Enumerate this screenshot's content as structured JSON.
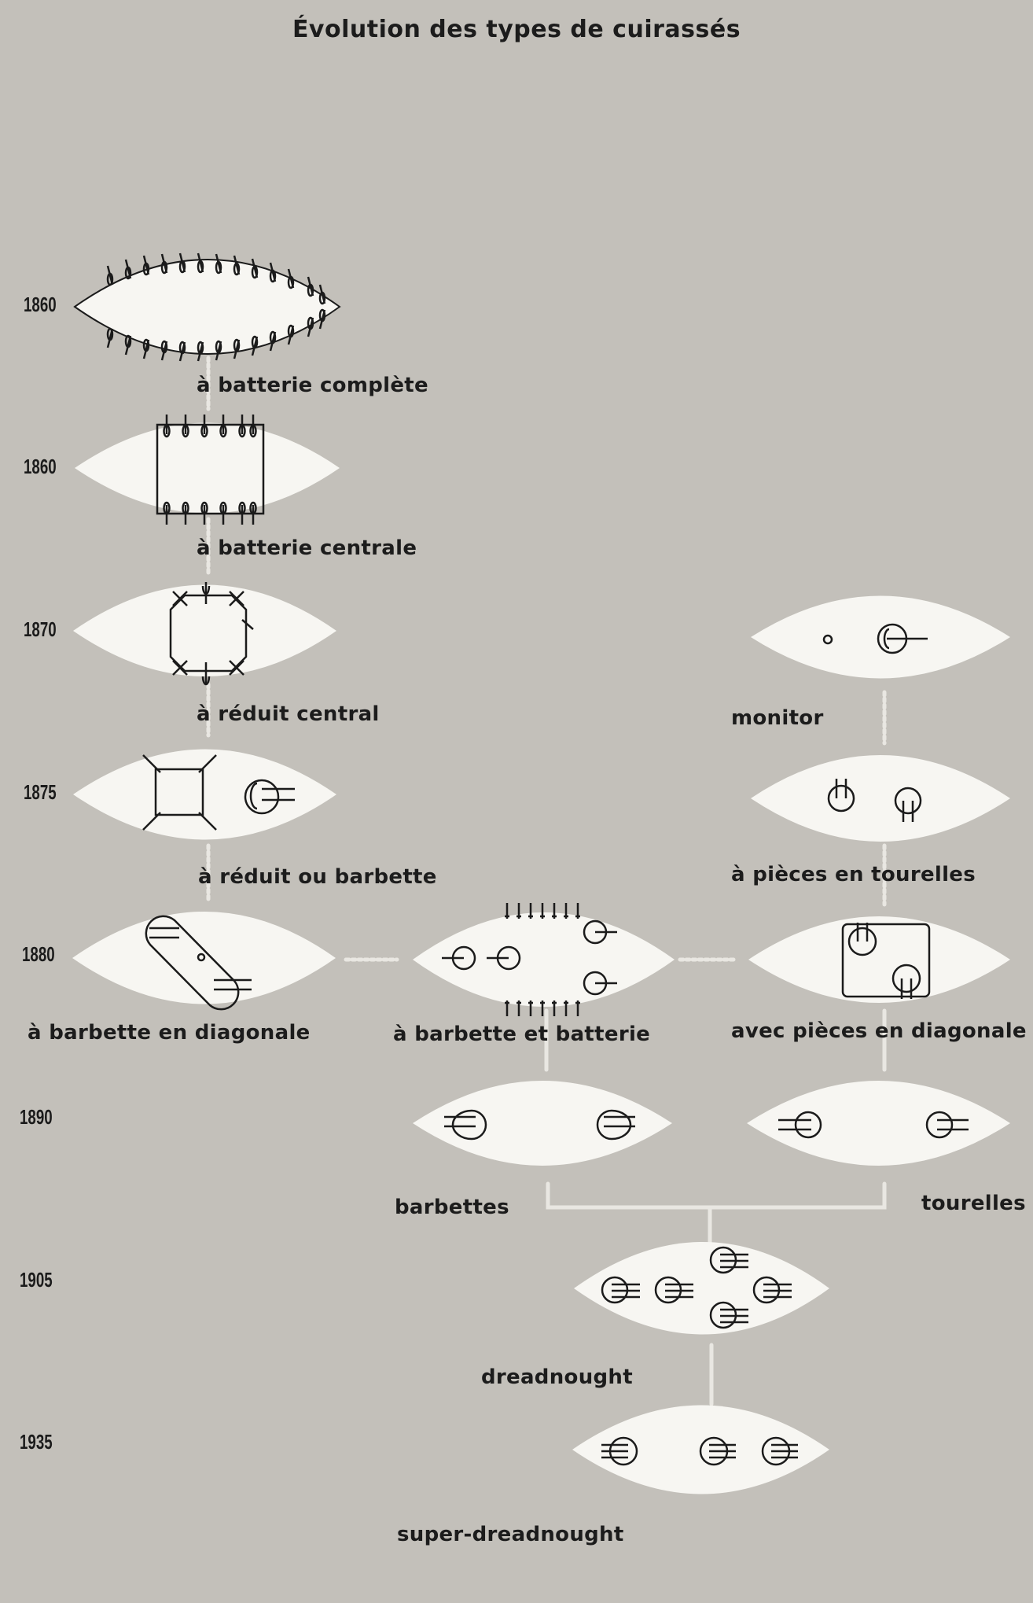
{
  "title": "Évolution des types de cuirassés",
  "years": {
    "y1": "1860",
    "y2": "1860",
    "y3": "1870",
    "y4": "1875",
    "y5": "1880",
    "y6": "1890",
    "y7": "1905",
    "y8": "1935"
  },
  "labels": {
    "batterie_complete": "à batterie complète",
    "batterie_centrale": "à batterie centrale",
    "reduit_central": "à réduit central",
    "reduit_barbette": "à réduit ou barbette",
    "barbette_diagonale": "à barbette en diagonale",
    "barbette_batterie": "à barbette et batterie",
    "monitor": "monitor",
    "pieces_tourelles": "à pièces en tourelles",
    "pieces_diagonale": "avec pièces en diagonale",
    "barbettes": "barbettes",
    "tourelles": "tourelles",
    "dreadnought": "dreadnought",
    "super_dreadnought": "super-dreadnought"
  },
  "colors": {
    "background": "#c3c0ba",
    "hull": "#f7f6f2",
    "ink": "#1b1b1b",
    "connector": "#e9e7e2"
  }
}
